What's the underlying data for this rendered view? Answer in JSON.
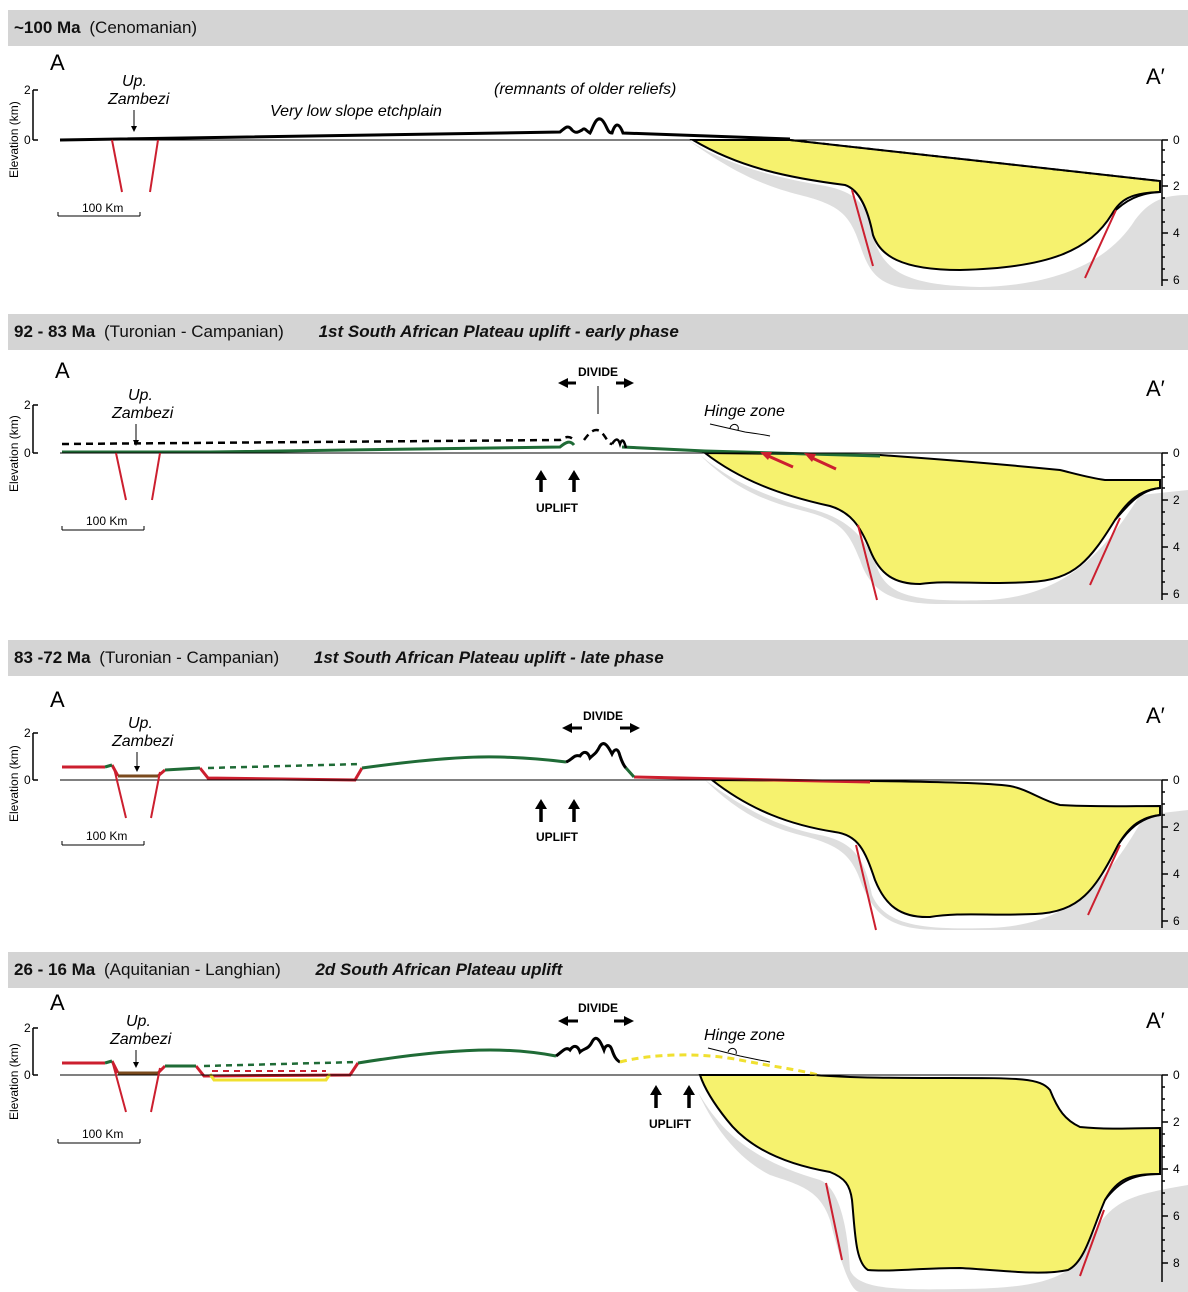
{
  "panels": [
    {
      "age": "~100 Ma",
      "stage": "(Cenomanian)",
      "phase": "",
      "left_label": "A",
      "right_label": "A′",
      "ylabel": "Elevation (km)",
      "elev_ticks": [
        "2",
        "0"
      ],
      "depth_ticks": [
        "0",
        "2",
        "4",
        "6"
      ],
      "scale_bar": "100 Km",
      "river_label_1": "Up.",
      "river_label_2": "Zambezi",
      "annotation_1": "Very low slope etchplain",
      "annotation_2": "(remnants of older reliefs)"
    },
    {
      "age": "92 - 83 Ma",
      "stage": "(Turonian - Campanian)",
      "phase": "1st South African Plateau uplift - early phase",
      "left_label": "A",
      "right_label": "A′",
      "ylabel": "Elevation (km)",
      "elev_ticks": [
        "2",
        "0"
      ],
      "depth_ticks": [
        "0",
        "2",
        "4",
        "6"
      ],
      "scale_bar": "100 Km",
      "river_label_1": "Up.",
      "river_label_2": "Zambezi",
      "divide": "DIVIDE",
      "uplift": "UPLIFT",
      "hinge": "Hinge zone"
    },
    {
      "age": "83 -72 Ma",
      "stage": "(Turonian - Campanian)",
      "phase": "1st South African Plateau uplift - late phase",
      "left_label": "A",
      "right_label": "A′",
      "ylabel": "Elevation (km)",
      "elev_ticks": [
        "2",
        "0"
      ],
      "depth_ticks": [
        "0",
        "2",
        "4",
        "6"
      ],
      "scale_bar": "100 Km",
      "river_label_1": "Up.",
      "river_label_2": "Zambezi",
      "divide": "DIVIDE",
      "uplift": "UPLIFT"
    },
    {
      "age": "26 - 16 Ma",
      "stage": "(Aquitanian - Langhian)",
      "phase": "2d South African Plateau uplift",
      "left_label": "A",
      "right_label": "A′",
      "ylabel": "Elevation (km)",
      "elev_ticks": [
        "2",
        "0"
      ],
      "depth_ticks": [
        "0",
        "2",
        "4",
        "6",
        "8"
      ],
      "scale_bar": "100 Km",
      "river_label_1": "Up.",
      "river_label_2": "Zambezi",
      "divide": "DIVIDE",
      "uplift": "UPLIFT",
      "hinge": "Hinge zone"
    }
  ],
  "colors": {
    "header_bg": "#d4d4d4",
    "sediment_fill": "#f6f26e",
    "basement_shadow": "#dedede",
    "fault": "#cc1f2f",
    "green_surface": "#1f6b36",
    "red_surface": "#cc1f2f",
    "brown_valley": "#7a4a1e",
    "yellow_dashed": "#f0e030",
    "line": "#000000"
  }
}
